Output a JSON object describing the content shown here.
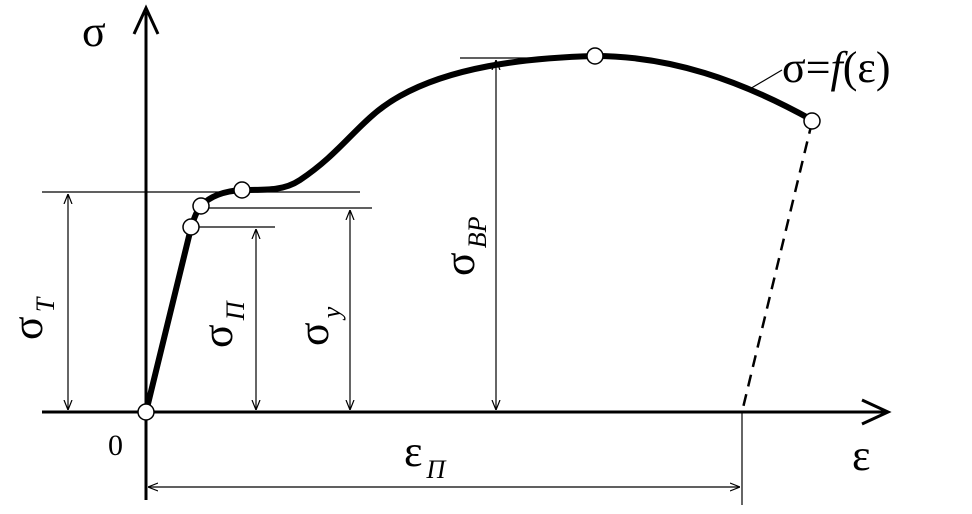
{
  "axes": {
    "y_label": "σ",
    "x_label": "ε",
    "origin_label": "0"
  },
  "curve_label": {
    "prefix": "σ=",
    "func": "f",
    "arg": "(ε)"
  },
  "annotations": {
    "sigma_t": {
      "main": "σ",
      "sub": "T"
    },
    "sigma_p": {
      "main": "σ",
      "sub": "П"
    },
    "sigma_y": {
      "main": "σ",
      "sub": "y"
    },
    "sigma_vr": {
      "main": "σ",
      "sub": "BP"
    },
    "eps_p": {
      "main": "ε",
      "sub": "П"
    }
  }
}
